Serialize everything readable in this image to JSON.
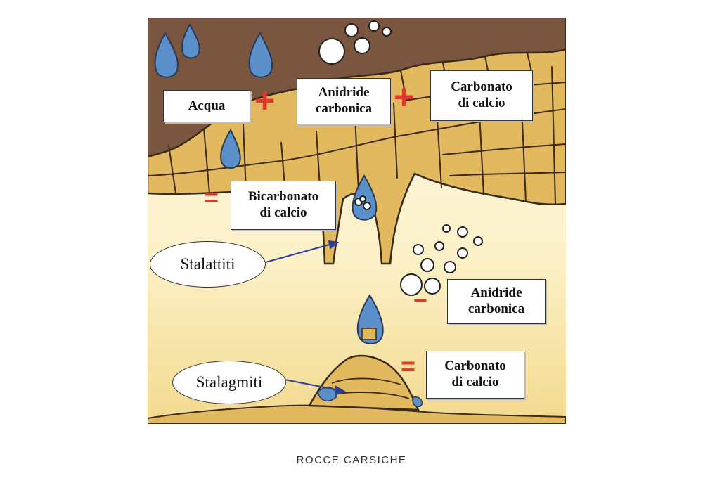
{
  "labels": {
    "acqua": "Acqua",
    "anidride_top": "Anidride\ncarbonica",
    "carbonato_top": "Carbonato\ndi calcio",
    "bicarbonato": "Bicarbonato\ndi calcio",
    "stalattiti": "Stalattiti",
    "anidride_bottom": "Anidride\ncarbonica",
    "stalagmiti": "Stalagmiti",
    "carbonato_bottom": "Carbonato\ndi calcio"
  },
  "signs": {
    "plus": "+",
    "equals": "=",
    "minus": "−"
  },
  "caption": "ROCCE CARSICHE",
  "colors": {
    "soil": "#7a5540",
    "stone": "#e2b95e",
    "stone_outline": "#3a2a18",
    "water": "#5b8fc9",
    "sign_red": "#e0392b",
    "arrow": "#2c3f9a"
  }
}
